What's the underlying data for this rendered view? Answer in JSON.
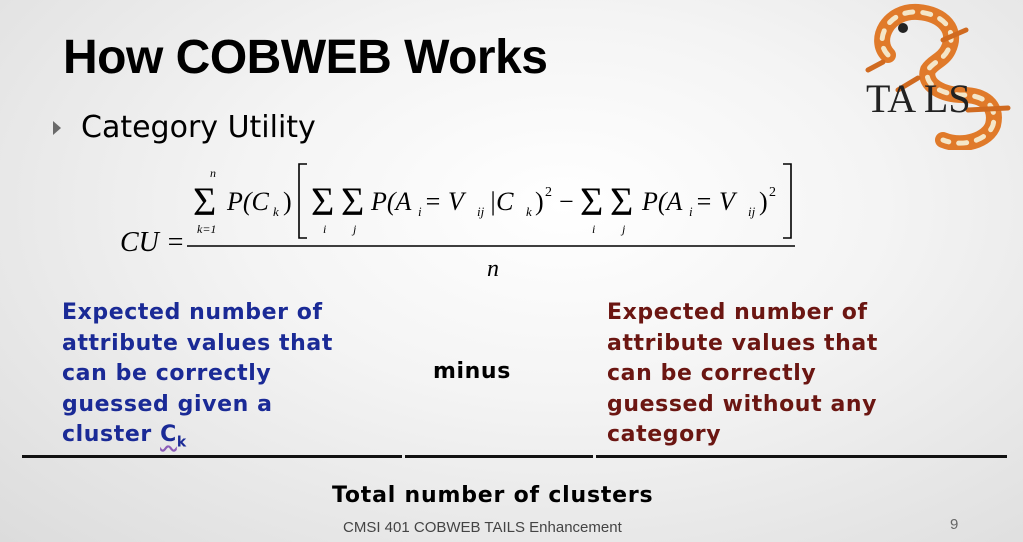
{
  "slide": {
    "title": "How COBWEB Works",
    "bullet": "Category Utility",
    "formula": {
      "lhs": "CU =",
      "upper_limit": "n",
      "lower_limit": "k=1",
      "term1": "P(C",
      "k": "k",
      "paren_close": ")",
      "sum_i": "i",
      "sum_j": "j",
      "term2": "P(A",
      "eq_v": " = V",
      "ij": "ij",
      "bar_c": " |C",
      "sq_close": ")",
      "sq": "2",
      "minus_op": "−",
      "denominator": "n"
    },
    "left_text": [
      "Expected number of",
      "attribute values that",
      "can be correctly",
      "guessed given a",
      "cluster "
    ],
    "left_cluster_symbol": "C",
    "left_cluster_sub": "k",
    "operator": "minus",
    "right_text": [
      "Expected number of",
      "attribute values that",
      "can be correctly",
      "guessed without any",
      "category"
    ],
    "bottom_text": "Total number of clusters",
    "footer": "CMSI 401 COBWEB TAILS Enhancement",
    "page_number": "9",
    "logo_text": "TA  LS",
    "colors": {
      "left_text": "#1a2a96",
      "right_text": "#6b1612",
      "logo_orange": "#e07a2a"
    }
  }
}
